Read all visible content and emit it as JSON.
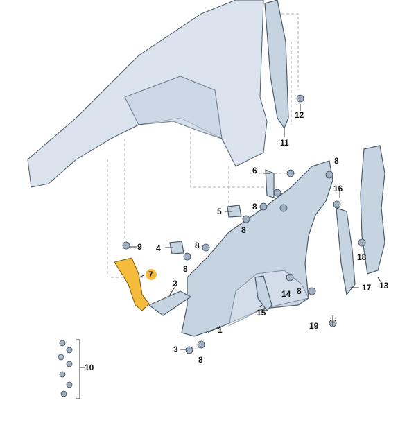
{
  "diagram": {
    "highlight_color": "#f4bb3c",
    "part_color": "#c6d4e2",
    "labels": {
      "p1": "1",
      "p2": "2",
      "p3": "3",
      "p4": "4",
      "p5": "5",
      "p6": "6",
      "p7": "7",
      "p8a": "8",
      "p8b": "8",
      "p8c": "8",
      "p8d": "8",
      "p8e": "8",
      "p8f": "8",
      "p8g": "8",
      "p9": "9",
      "p10": "10",
      "p11": "11",
      "p12": "12",
      "p13": "13",
      "p14": "14",
      "p15": "15",
      "p16": "16",
      "p17": "17",
      "p18": "18",
      "p19": "19"
    }
  }
}
